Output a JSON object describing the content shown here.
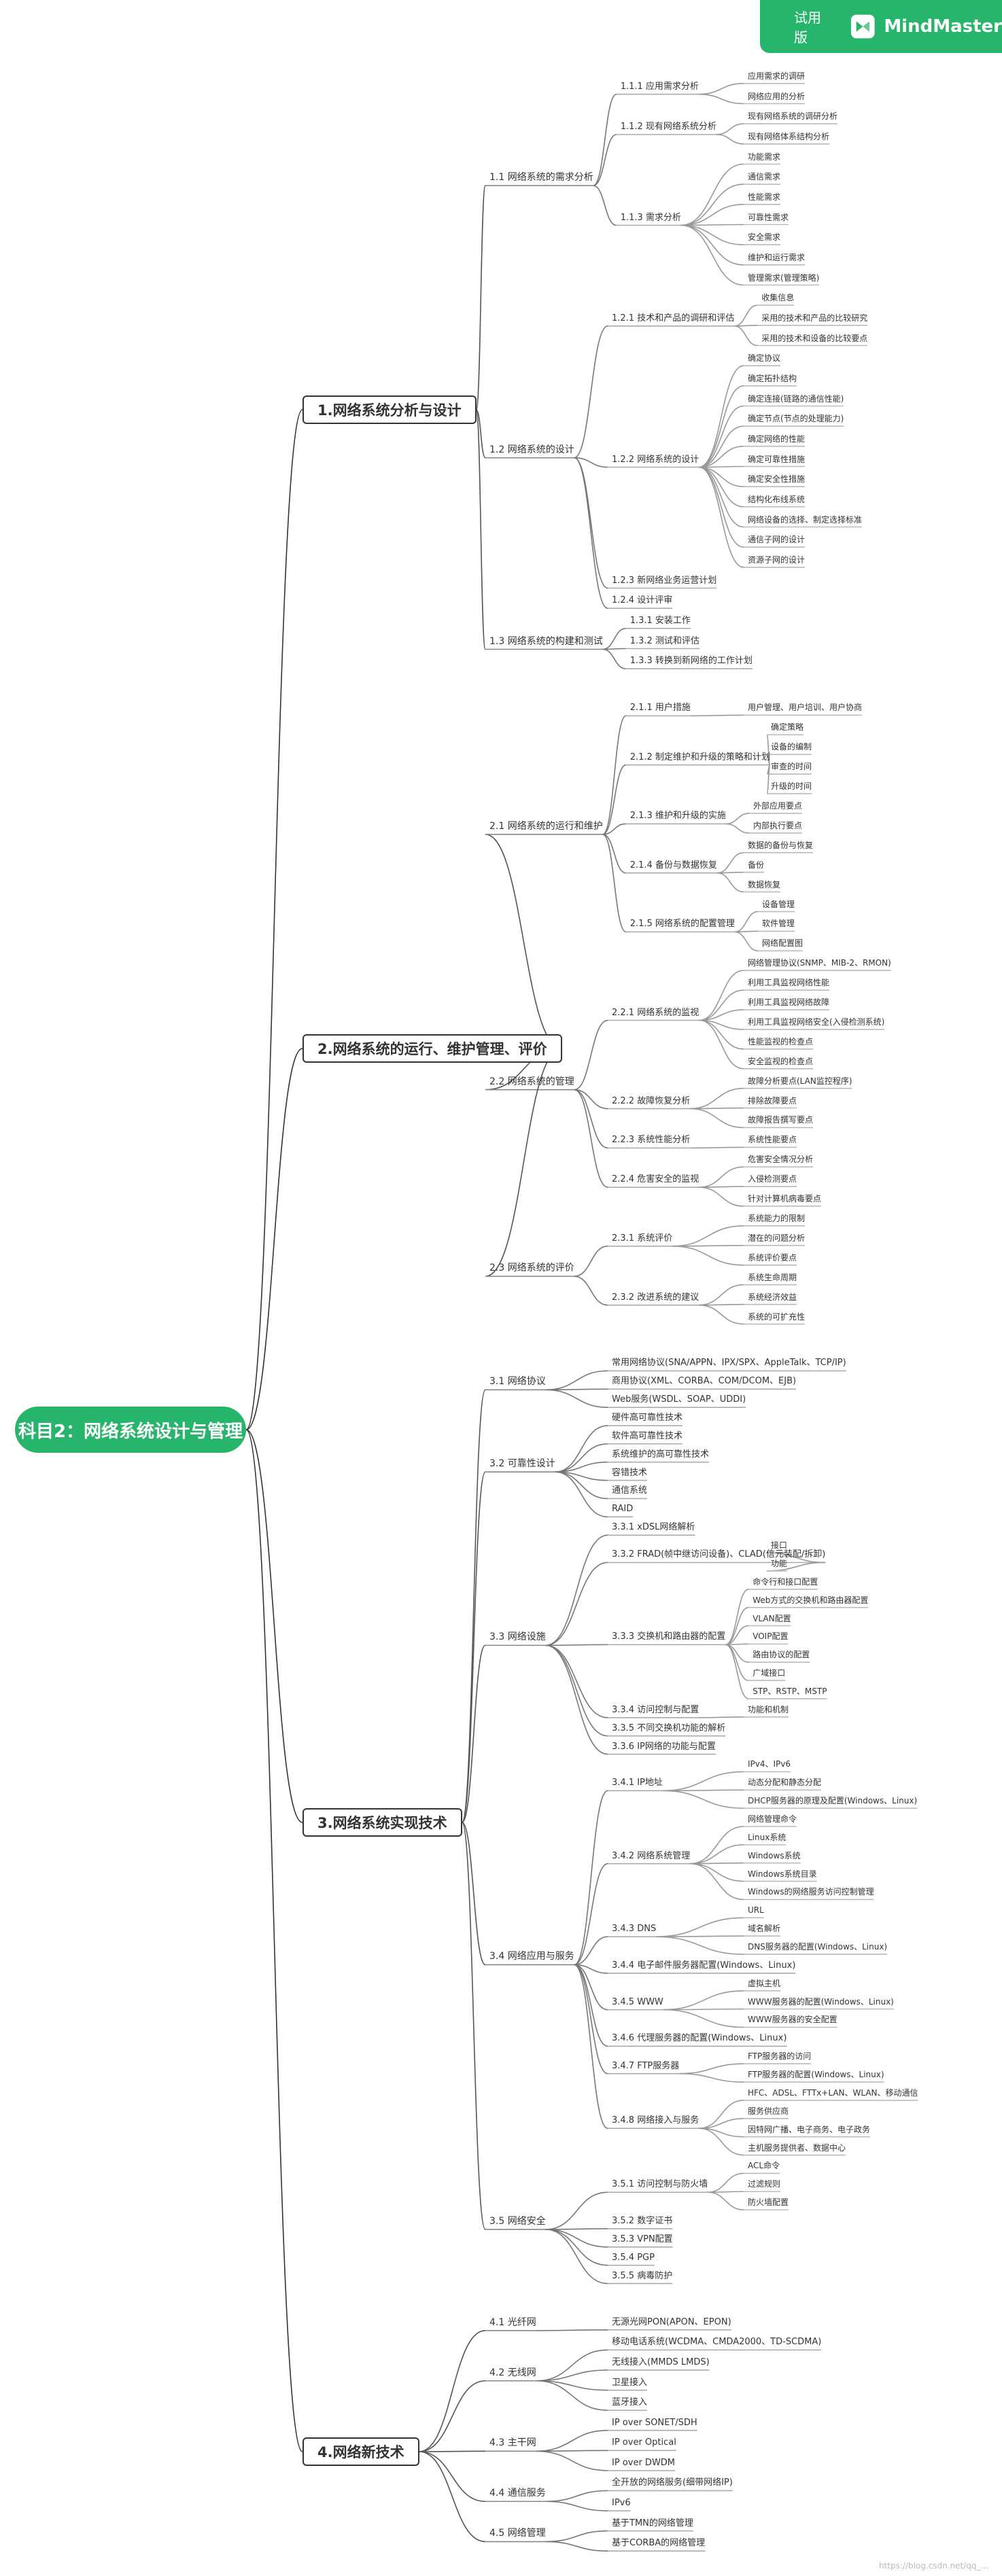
{
  "badge": {
    "trial": "试用版",
    "brand": "MindMaster",
    "icon": "mindmaster-logo-icon"
  },
  "root": {
    "label": "科目2：网络系统设计与管理"
  },
  "branches": [
    {
      "label": "1.网络系统分析与设计",
      "children": [
        {
          "label": "1.1 网络系统的需求分析",
          "children": [
            {
              "label": "1.1.1 应用需求分析",
              "children": [
                {
                  "label": "应用需求的调研"
                },
                {
                  "label": "网络应用的分析"
                }
              ]
            },
            {
              "label": "1.1.2 现有网络系统分析",
              "children": [
                {
                  "label": "现有网络系统的调研分析"
                },
                {
                  "label": "现有网络体系结构分析"
                }
              ]
            },
            {
              "label": "1.1.3 需求分析",
              "children": [
                {
                  "label": "功能需求"
                },
                {
                  "label": "通信需求"
                },
                {
                  "label": "性能需求"
                },
                {
                  "label": "可靠性需求"
                },
                {
                  "label": "安全需求"
                },
                {
                  "label": "维护和运行需求"
                },
                {
                  "label": "管理需求(管理策略)"
                }
              ]
            }
          ]
        },
        {
          "label": "1.2 网络系统的设计",
          "children": [
            {
              "label": "1.2.1 技术和产品的调研和评估",
              "children": [
                {
                  "label": "收集信息"
                },
                {
                  "label": "采用的技术和产品的比较研究"
                },
                {
                  "label": "采用的技术和设备的比较要点"
                }
              ]
            },
            {
              "label": "1.2.2 网络系统的设计",
              "children": [
                {
                  "label": "确定协议"
                },
                {
                  "label": "确定拓扑结构"
                },
                {
                  "label": "确定连接(链路的通信性能)"
                },
                {
                  "label": "确定节点(节点的处理能力)"
                },
                {
                  "label": "确定网络的性能"
                },
                {
                  "label": "确定可靠性措施"
                },
                {
                  "label": "确定安全性措施"
                },
                {
                  "label": "结构化布线系统"
                },
                {
                  "label": "网络设备的选择、制定选择标准"
                },
                {
                  "label": "通信子网的设计"
                },
                {
                  "label": "资源子网的设计"
                }
              ]
            },
            {
              "label": "1.2.3 新网络业务运营计划",
              "children": []
            },
            {
              "label": "1.2.4 设计评审",
              "children": []
            }
          ]
        },
        {
          "label": "1.3 网络系统的构建和测试",
          "children": [
            {
              "label": "1.3.1 安装工作",
              "children": []
            },
            {
              "label": "1.3.2 测试和评估",
              "children": []
            },
            {
              "label": "1.3.3 转换到新网络的工作计划",
              "children": []
            }
          ]
        }
      ]
    },
    {
      "label": "2.网络系统的运行、维护管理、评价",
      "children": [
        {
          "label": "2.1 网络系统的运行和维护",
          "children": [
            {
              "label": "2.1.1 用户措施",
              "children": [
                {
                  "label": "用户管理、用户培训、用户协商"
                }
              ]
            },
            {
              "label": "2.1.2 制定维护和升级的策略和计划",
              "children": [
                {
                  "label": "确定策略"
                },
                {
                  "label": "设备的编制"
                },
                {
                  "label": "审查的时间"
                },
                {
                  "label": "升级的时间"
                }
              ]
            },
            {
              "label": "2.1.3 维护和升级的实施",
              "children": [
                {
                  "label": "外部应用要点"
                },
                {
                  "label": "内部执行要点"
                }
              ]
            },
            {
              "label": "2.1.4 备份与数据恢复",
              "children": [
                {
                  "label": "数据的备份与恢复"
                },
                {
                  "label": "备份"
                },
                {
                  "label": "数据恢复"
                }
              ]
            },
            {
              "label": "2.1.5 网络系统的配置管理",
              "children": [
                {
                  "label": "设备管理"
                },
                {
                  "label": "软件管理"
                },
                {
                  "label": "网络配置图"
                }
              ]
            }
          ]
        },
        {
          "label": "2.2 网络系统的管理",
          "children": [
            {
              "label": "2.2.1 网络系统的监视",
              "children": [
                {
                  "label": "网络管理协议(SNMP、MIB-2、RMON)"
                },
                {
                  "label": "利用工具监视网络性能"
                },
                {
                  "label": "利用工具监视网络故障"
                },
                {
                  "label": "利用工具监视网络安全(入侵检测系统)"
                },
                {
                  "label": "性能监视的检查点"
                },
                {
                  "label": "安全监视的检查点"
                }
              ]
            },
            {
              "label": "2.2.2 故障恢复分析",
              "children": [
                {
                  "label": "故障分析要点(LAN监控程序)"
                },
                {
                  "label": "排除故障要点"
                },
                {
                  "label": "故障报告撰写要点"
                }
              ]
            },
            {
              "label": "2.2.3 系统性能分析",
              "children": [
                {
                  "label": "系统性能要点"
                }
              ]
            },
            {
              "label": "2.2.4 危害安全的监视",
              "children": [
                {
                  "label": "危害安全情况分析"
                },
                {
                  "label": "入侵检测要点"
                },
                {
                  "label": "针对计算机病毒要点"
                }
              ]
            }
          ]
        },
        {
          "label": "2.3 网络系统的评价",
          "children": [
            {
              "label": "2.3.1 系统评价",
              "children": [
                {
                  "label": "系统能力的限制"
                },
                {
                  "label": "潜在的问题分析"
                },
                {
                  "label": "系统评价要点"
                }
              ]
            },
            {
              "label": "2.3.2 改进系统的建议",
              "children": [
                {
                  "label": "系统生命周期"
                },
                {
                  "label": "系统经济效益"
                },
                {
                  "label": "系统的可扩充性"
                }
              ]
            }
          ]
        }
      ]
    },
    {
      "label": "3.网络系统实现技术",
      "children": [
        {
          "label": "3.1 网络协议",
          "children": [
            {
              "label": "常用网络协议(SNA/APPN、IPX/SPX、AppleTalk、TCP/IP)",
              "children": []
            },
            {
              "label": "商用协议(XML、CORBA、COM/DCOM、EJB)",
              "children": []
            },
            {
              "label": "Web服务(WSDL、SOAP、UDDI)",
              "children": []
            }
          ]
        },
        {
          "label": "3.2 可靠性设计",
          "children": [
            {
              "label": "硬件高可靠性技术",
              "children": []
            },
            {
              "label": "软件高可靠性技术",
              "children": []
            },
            {
              "label": "系统维护的高可靠性技术",
              "children": []
            },
            {
              "label": "容错技术",
              "children": []
            },
            {
              "label": "通信系统",
              "children": []
            },
            {
              "label": "RAID",
              "children": []
            }
          ]
        },
        {
          "label": "3.3 网络设施",
          "children": [
            {
              "label": "3.3.1 xDSL网络解析",
              "children": []
            },
            {
              "label": "3.3.2 FRAD(帧中继访问设备)、CLAD(信元装配/拆卸)",
              "children": [
                {
                  "label": "接口"
                },
                {
                  "label": "功能"
                }
              ]
            },
            {
              "label": "3.3.3 交换机和路由器的配置",
              "children": [
                {
                  "label": "命令行和接口配置"
                },
                {
                  "label": "Web方式的交换机和路由器配置"
                },
                {
                  "label": "VLAN配置"
                },
                {
                  "label": "VOIP配置"
                },
                {
                  "label": "路由协议的配置"
                },
                {
                  "label": "广域接口"
                },
                {
                  "label": "STP、RSTP、MSTP"
                }
              ]
            },
            {
              "label": "3.3.4 访问控制与配置",
              "children": [
                {
                  "label": "功能和机制"
                }
              ]
            },
            {
              "label": "3.3.5 不同交换机功能的解析",
              "children": []
            },
            {
              "label": "3.3.6 IP网络的功能与配置",
              "children": []
            }
          ]
        },
        {
          "label": "3.4 网络应用与服务",
          "children": [
            {
              "label": "3.4.1 IP地址",
              "children": [
                {
                  "label": "IPv4、IPv6"
                },
                {
                  "label": "动态分配和静态分配"
                },
                {
                  "label": "DHCP服务器的原理及配置(Windows、Linux)"
                }
              ]
            },
            {
              "label": "3.4.2 网络系统管理",
              "children": [
                {
                  "label": "网络管理命令"
                },
                {
                  "label": "Linux系统"
                },
                {
                  "label": "Windows系统"
                },
                {
                  "label": "Windows系统目录"
                },
                {
                  "label": "Windows的网络服务访问控制管理"
                }
              ]
            },
            {
              "label": "3.4.3 DNS",
              "children": [
                {
                  "label": "URL"
                },
                {
                  "label": "域名解析"
                },
                {
                  "label": "DNS服务器的配置(Windows、Linux)"
                }
              ]
            },
            {
              "label": "3.4.4 电子邮件服务器配置(Windows、Linux)",
              "children": []
            },
            {
              "label": "3.4.5 WWW",
              "children": [
                {
                  "label": "虚拟主机"
                },
                {
                  "label": "WWW服务器的配置(Windows、Linux)"
                },
                {
                  "label": "WWW服务器的安全配置"
                }
              ]
            },
            {
              "label": "3.4.6 代理服务器的配置(Windows、Linux)",
              "children": []
            },
            {
              "label": "3.4.7 FTP服务器",
              "children": [
                {
                  "label": "FTP服务器的访问"
                },
                {
                  "label": "FTP服务器的配置(Windows、Linux)"
                }
              ]
            },
            {
              "label": "3.4.8 网络接入与服务",
              "children": [
                {
                  "label": "HFC、ADSL、FTTx+LAN、WLAN、移动通信"
                },
                {
                  "label": "服务供应商"
                },
                {
                  "label": "因特网广播、电子商务、电子政务"
                },
                {
                  "label": "主机服务提供者、数据中心"
                }
              ]
            }
          ]
        },
        {
          "label": "3.5 网络安全",
          "children": [
            {
              "label": "3.5.1 访问控制与防火墙",
              "children": [
                {
                  "label": "ACL命令"
                },
                {
                  "label": "过滤规则"
                },
                {
                  "label": "防火墙配置"
                }
              ]
            },
            {
              "label": "3.5.2 数字证书",
              "children": []
            },
            {
              "label": "3.5.3 VPN配置",
              "children": []
            },
            {
              "label": "3.5.4 PGP",
              "children": []
            },
            {
              "label": "3.5.5 病毒防护",
              "children": []
            }
          ]
        }
      ]
    },
    {
      "label": "4.网络新技术",
      "children": [
        {
          "label": "4.1 光纤网",
          "children": [
            {
              "label": "无源光网PON(APON、EPON)"
            }
          ]
        },
        {
          "label": "4.2 无线网",
          "children": [
            {
              "label": "移动电话系统(WCDMA、CMDA2000、TD-SCDMA)"
            },
            {
              "label": "无线接入(MMDS LMDS)"
            },
            {
              "label": "卫星接入"
            },
            {
              "label": "蓝牙接入"
            }
          ]
        },
        {
          "label": "4.3 主干网",
          "children": [
            {
              "label": "IP over SONET/SDH"
            },
            {
              "label": "IP over Optical"
            },
            {
              "label": "IP over DWDM"
            }
          ]
        },
        {
          "label": "4.4 通信服务",
          "children": [
            {
              "label": "全开放的网络服务(细带网络IP)"
            },
            {
              "label": "IPv6"
            }
          ]
        },
        {
          "label": "4.5 网络管理",
          "children": [
            {
              "label": "基于TMN的网络管理"
            },
            {
              "label": "基于CORBA的网络管理"
            }
          ]
        }
      ]
    }
  ],
  "footer": "https://blog.csdn.net/qq_..."
}
